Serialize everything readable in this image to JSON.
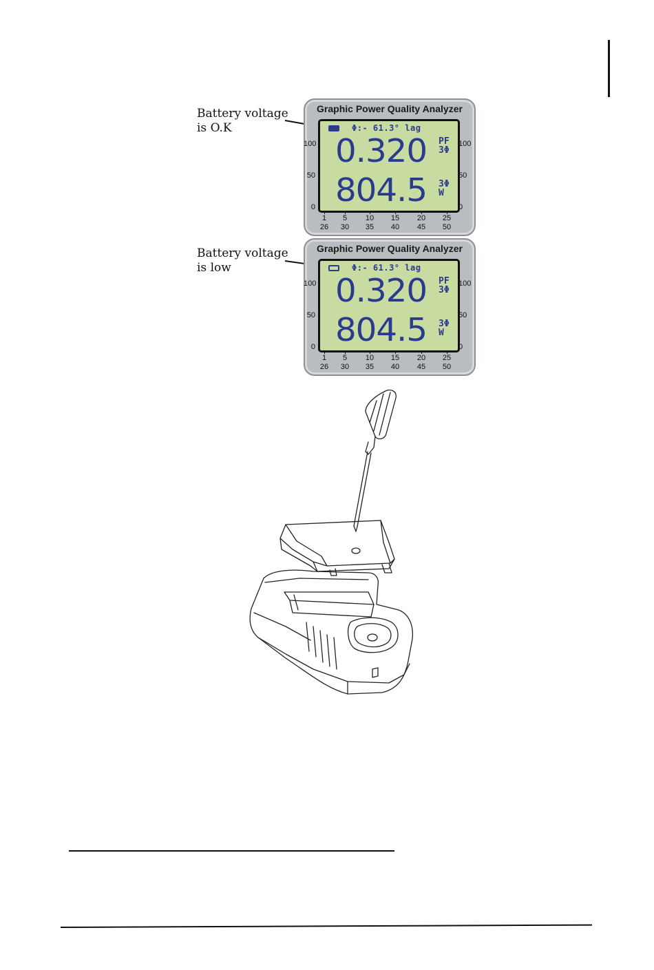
{
  "meter_title": "Graphic Power Quality Analyzer",
  "callouts": {
    "ok": "Battery voltage\nis O.K",
    "low": "Battery voltage\nis low"
  },
  "display": {
    "phase_readout": "Φ:- 61.3° lag",
    "value_top": "0.320",
    "unit_top_line1": "PF",
    "unit_top_line2": "3Φ",
    "value_bottom": "804.5",
    "unit_bottom_line1": "3Φ",
    "unit_bottom_line2": "W"
  },
  "scale_left": [
    "100",
    "50",
    "0"
  ],
  "scale_right": [
    "100",
    "50",
    "0"
  ],
  "harmonic_ticks_top": [
    "1",
    "5",
    "10",
    "15",
    "20",
    "25"
  ],
  "harmonic_ticks_bottom": [
    "26",
    "30",
    "35",
    "40",
    "45",
    "50"
  ],
  "battery_states": {
    "first": "full",
    "second": "low"
  },
  "colors": {
    "lcd_background": "#c8dba0",
    "lcd_segments": "#2a3a8e",
    "bezel": "#b9bcc0"
  },
  "icons": [
    "battery-full-icon",
    "battery-low-icon",
    "screwdriver-illustration",
    "battery-cover-illustration",
    "meter-body-illustration"
  ]
}
